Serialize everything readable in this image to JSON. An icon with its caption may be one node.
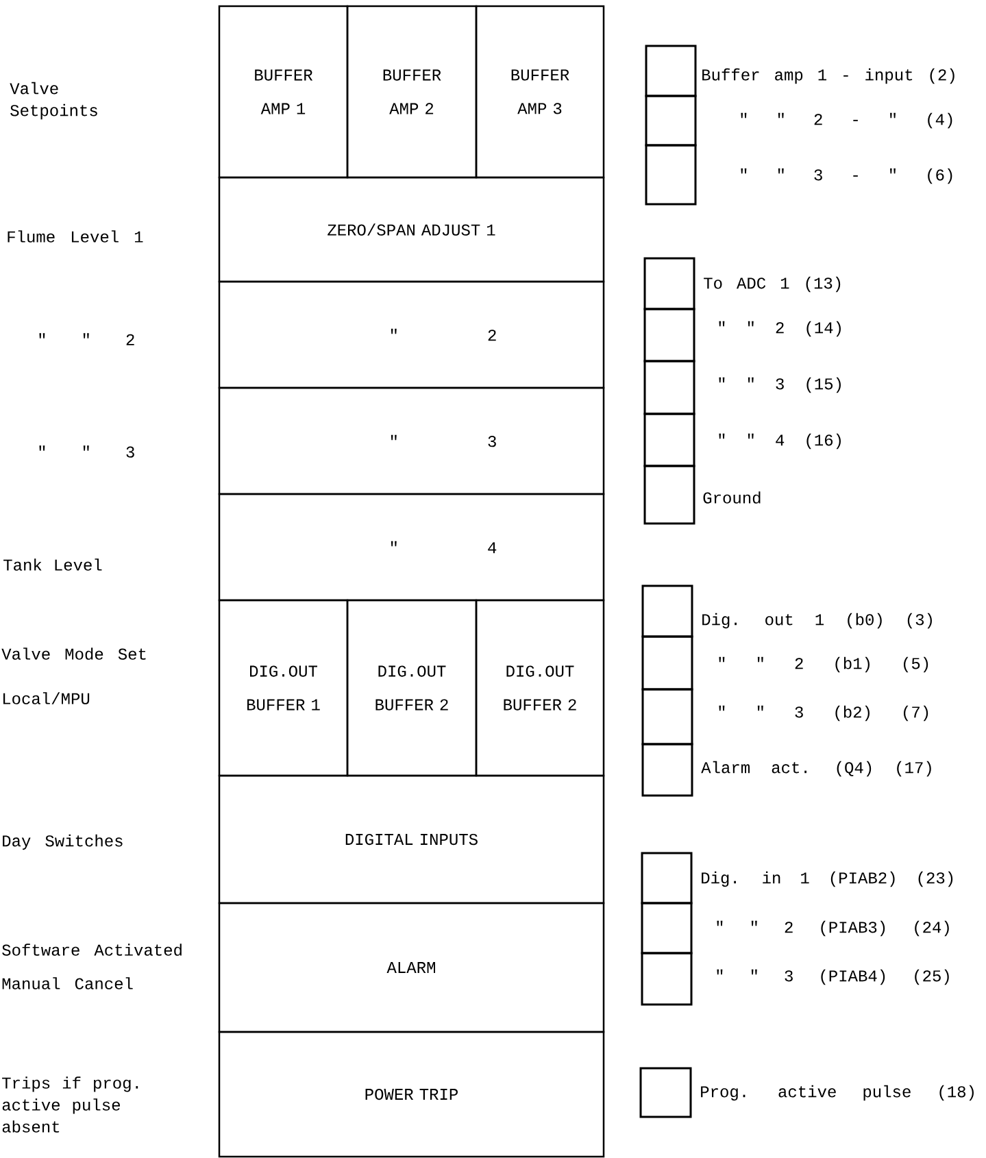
{
  "diagram": {
    "nodes": [
      {
        "text": [
          "BUFFER AMP 1"
        ]
      },
      {
        "text": [
          "BUFFER AMP 2"
        ]
      },
      {
        "text": [
          "BUFFER AMP 3"
        ]
      },
      {
        "text": [
          "ZERO/SPAN ADJUST 1"
        ]
      },
      {
        "text": [
          "\"",
          "2"
        ]
      },
      {
        "text": [
          "\"",
          "3"
        ]
      },
      {
        "text": [
          "\"",
          "4"
        ]
      },
      {
        "text": [
          "DIG.OUT BUFFER 1"
        ]
      },
      {
        "text": [
          "DIG.OUT BUFFER 2"
        ]
      },
      {
        "text": [
          "DIG.OUT BUFFER 2"
        ]
      },
      {
        "text": [
          "DIGITAL INPUTS"
        ]
      },
      {
        "text": [
          "ALARM"
        ]
      },
      {
        "text": [
          "POWER TRIP"
        ]
      },
      {
        "text": [],
        "shape": "box",
        "beside": [
          "Buffer amp 1 - input (2)"
        ]
      },
      {
        "text": [],
        "shape": "box",
        "beside": [
          "\" \" 2 - \" (4)"
        ]
      },
      {
        "text": [],
        "shape": "box",
        "beside": [
          "\" \" 3 - \" (6)"
        ]
      },
      {
        "text": [],
        "shape": "box",
        "beside": [
          "To ADC 1 (13)"
        ]
      },
      {
        "text": [],
        "shape": "box",
        "beside": [
          "\" \" 2 (14)"
        ]
      },
      {
        "text": [],
        "shape": "box",
        "beside": [
          "\" \" 3 (15)"
        ]
      },
      {
        "text": [],
        "shape": "box",
        "beside": [
          "\" \" 4 (16)"
        ]
      },
      {
        "text": [],
        "shape": "box",
        "beside": [
          "Ground"
        ]
      },
      {
        "text": [],
        "shape": "box",
        "beside": [
          "Dig. out 1 (b0) (3)"
        ]
      },
      {
        "text": [],
        "shape": "box",
        "beside": [
          "\" \" 2 (b1) (5)"
        ]
      },
      {
        "text": [],
        "shape": "box",
        "beside": [
          "\" \" 3 (b2) (7)"
        ]
      },
      {
        "text": [],
        "shape": "box",
        "beside": [
          "Alarm act. (Q4) (17)"
        ]
      },
      {
        "text": [],
        "shape": "box",
        "beside": [
          "Dig. in 1 (PIAB2) (23)"
        ]
      },
      {
        "text": [],
        "shape": "box",
        "beside": [
          "\" \" 2 (PIAB3) (24)"
        ]
      },
      {
        "text": [],
        "shape": "box",
        "beside": [
          "\" \" 3 (PIAB4) (25)"
        ]
      },
      {
        "text": [],
        "shape": "box",
        "beside": [
          "Prog. active pulse (18)"
        ]
      }
    ],
    "labels": [
      "Valve Setpoints",
      "Flume Level 1",
      "\" \" 2",
      "\" \" 3",
      "Tank Level",
      "Valve Mode Set",
      "Local/MPU",
      "Day Switches",
      "Software Activated",
      "Manual Cancel",
      "Trips if prog. active pulse absent"
    ]
  }
}
